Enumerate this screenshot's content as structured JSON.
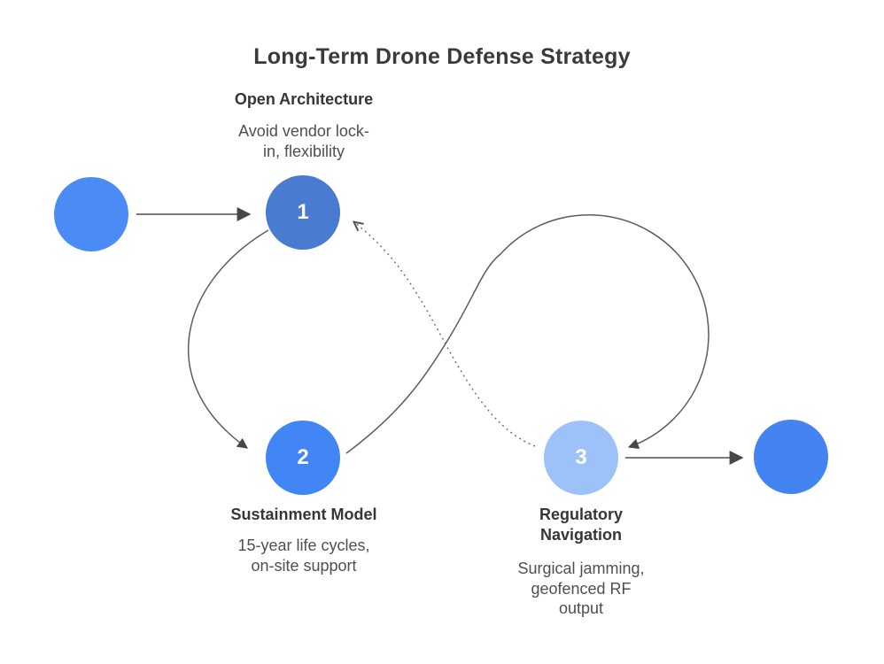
{
  "title": "Long-Term Drone Defense Strategy",
  "steps": {
    "one": {
      "number": "1",
      "heading": "Open Architecture",
      "subtitle": "Avoid vendor lock-\nin, flexibility"
    },
    "two": {
      "number": "2",
      "heading": "Sustainment Model",
      "subtitle": "15-year life cycles,\non-site support"
    },
    "three": {
      "number": "3",
      "heading": "Regulatory\nNavigation",
      "subtitle": "Surgical jamming,\ngeofenced RF\noutput"
    }
  },
  "colors": {
    "start_circle": "#4b8bf5",
    "step1_circle": "#4a7bd1",
    "step2_circle": "#4285f4",
    "step3_circle": "#9dc2fa",
    "end_circle": "#4483f2",
    "title_text": "#3a3a3a",
    "heading_text": "#363636",
    "subtitle_text": "#4f4f4f",
    "edge_line": "#5c5c5c"
  }
}
